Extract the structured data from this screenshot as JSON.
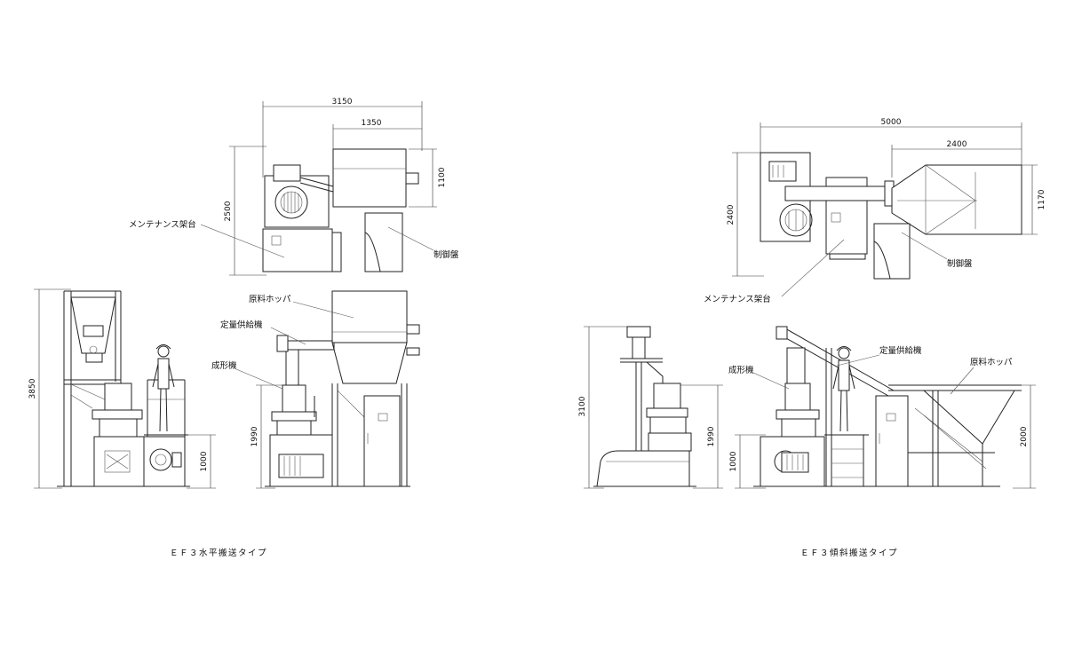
{
  "left_drawing": {
    "caption": "ＥＦ３水平搬送タイプ",
    "dims": {
      "overall_width": "3150",
      "hopper_width": "1350",
      "plan_depth": "2500",
      "hopper_depth": "1100",
      "total_height": "3850",
      "machine_height": "1990",
      "platform_height": "1000"
    },
    "labels": {
      "maintenance_stand": "メンテナンス架台",
      "control_panel": "制御盤",
      "raw_hopper": "原料ホッパ",
      "feeder": "定量供給機",
      "forming_machine": "成形機"
    }
  },
  "right_drawing": {
    "caption": "ＥＦ３傾斜搬送タイプ",
    "dims": {
      "overall_width": "5000",
      "hopper_width": "2400",
      "plan_depth": "2400",
      "hopper_depth": "1170",
      "total_height": "3100",
      "machine_height": "1990",
      "platform_height": "1000",
      "hopper_height": "2000"
    },
    "labels": {
      "maintenance_stand": "メンテナンス架台",
      "control_panel": "制御盤",
      "raw_hopper": "原料ホッパ",
      "feeder": "定量供給機",
      "forming_machine": "成形機"
    }
  }
}
